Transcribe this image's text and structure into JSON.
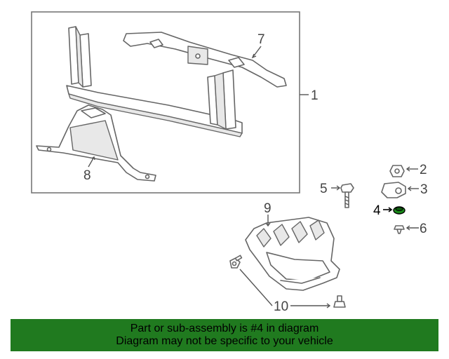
{
  "callouts": {
    "c1": "1",
    "c2": "2",
    "c3": "3",
    "c4": "4",
    "c5": "5",
    "c6": "6",
    "c7": "7",
    "c8": "8",
    "c9": "9",
    "c10": "10"
  },
  "highlighted_part": "4",
  "banner": {
    "line1": "Part or sub-assembly is #4 in diagram",
    "line2": "Diagram may not be specific to your vehicle"
  },
  "colors": {
    "banner_bg": "#207a1f",
    "highlight_part": "#1a8a1a",
    "line_art": "#666666"
  }
}
